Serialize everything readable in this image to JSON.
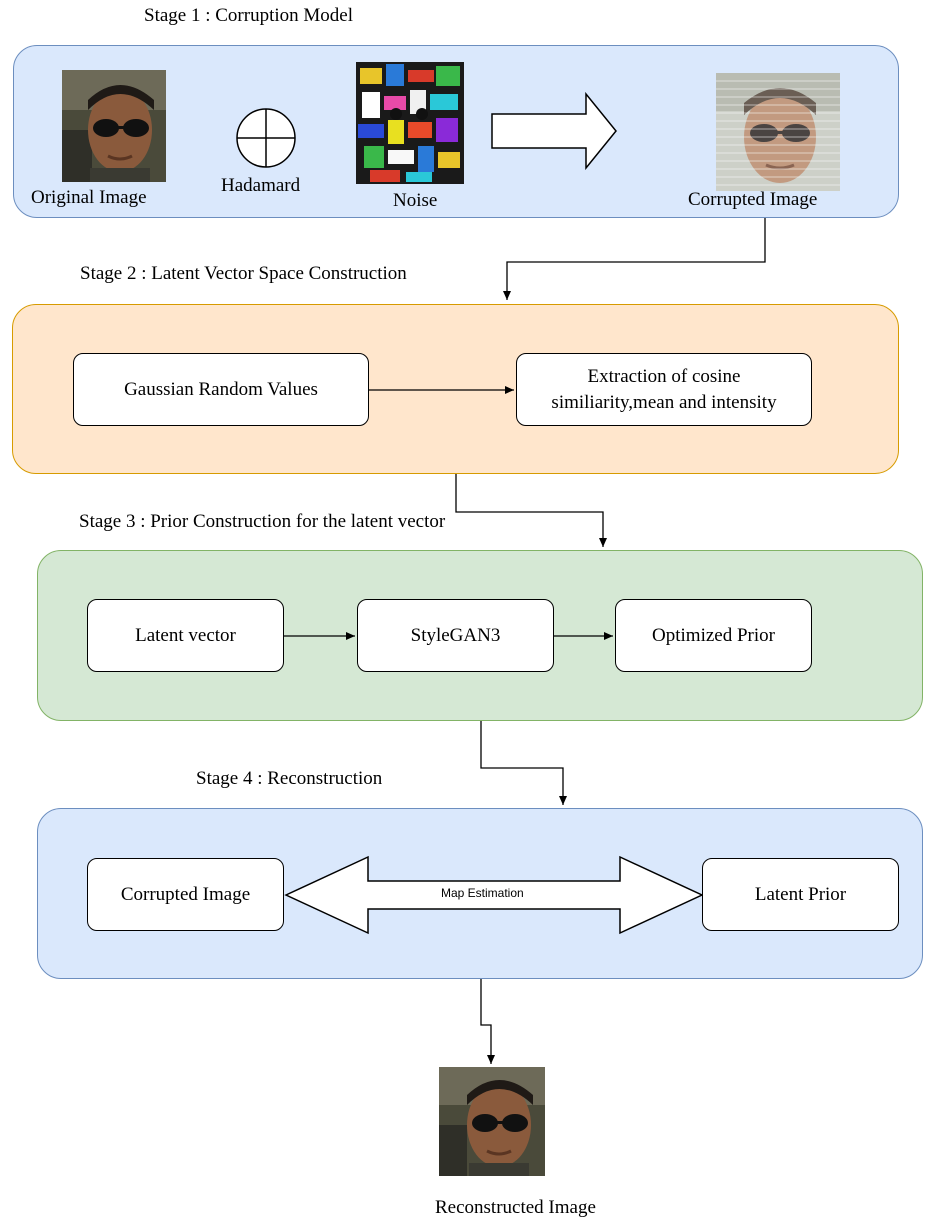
{
  "stages": {
    "s1": {
      "title": "Stage 1 : Corruption Model"
    },
    "s2": {
      "title": "Stage 2 : Latent Vector Space Construction"
    },
    "s3": {
      "title": "Stage 3 : Prior Construction for the latent vector"
    },
    "s4": {
      "title": "Stage 4 : Reconstruction"
    }
  },
  "stage1": {
    "original_label": "Original Image",
    "operator_label": "Hadamard",
    "noise_label": "Noise",
    "corrupted_label": "Corrupted Image"
  },
  "stage2": {
    "box_a": "Gaussian Random Values",
    "box_b_line1": "Extraction of cosine",
    "box_b_line2": "similiarity,mean and intensity"
  },
  "stage3": {
    "box_a": "Latent vector",
    "box_b": "StyleGAN3",
    "box_c": "Optimized Prior"
  },
  "stage4": {
    "box_a": "Corrupted Image",
    "arrow_label": "Map Estimation",
    "box_b": "Latent Prior"
  },
  "output": {
    "label": "Reconstructed Image"
  },
  "colors": {
    "blue_panel": "#dae8fc",
    "blue_border": "#6c8ebf",
    "orange_panel": "#ffe6cc",
    "orange_border": "#d79b00",
    "green_panel": "#d5e8d4",
    "green_border": "#82b366"
  }
}
